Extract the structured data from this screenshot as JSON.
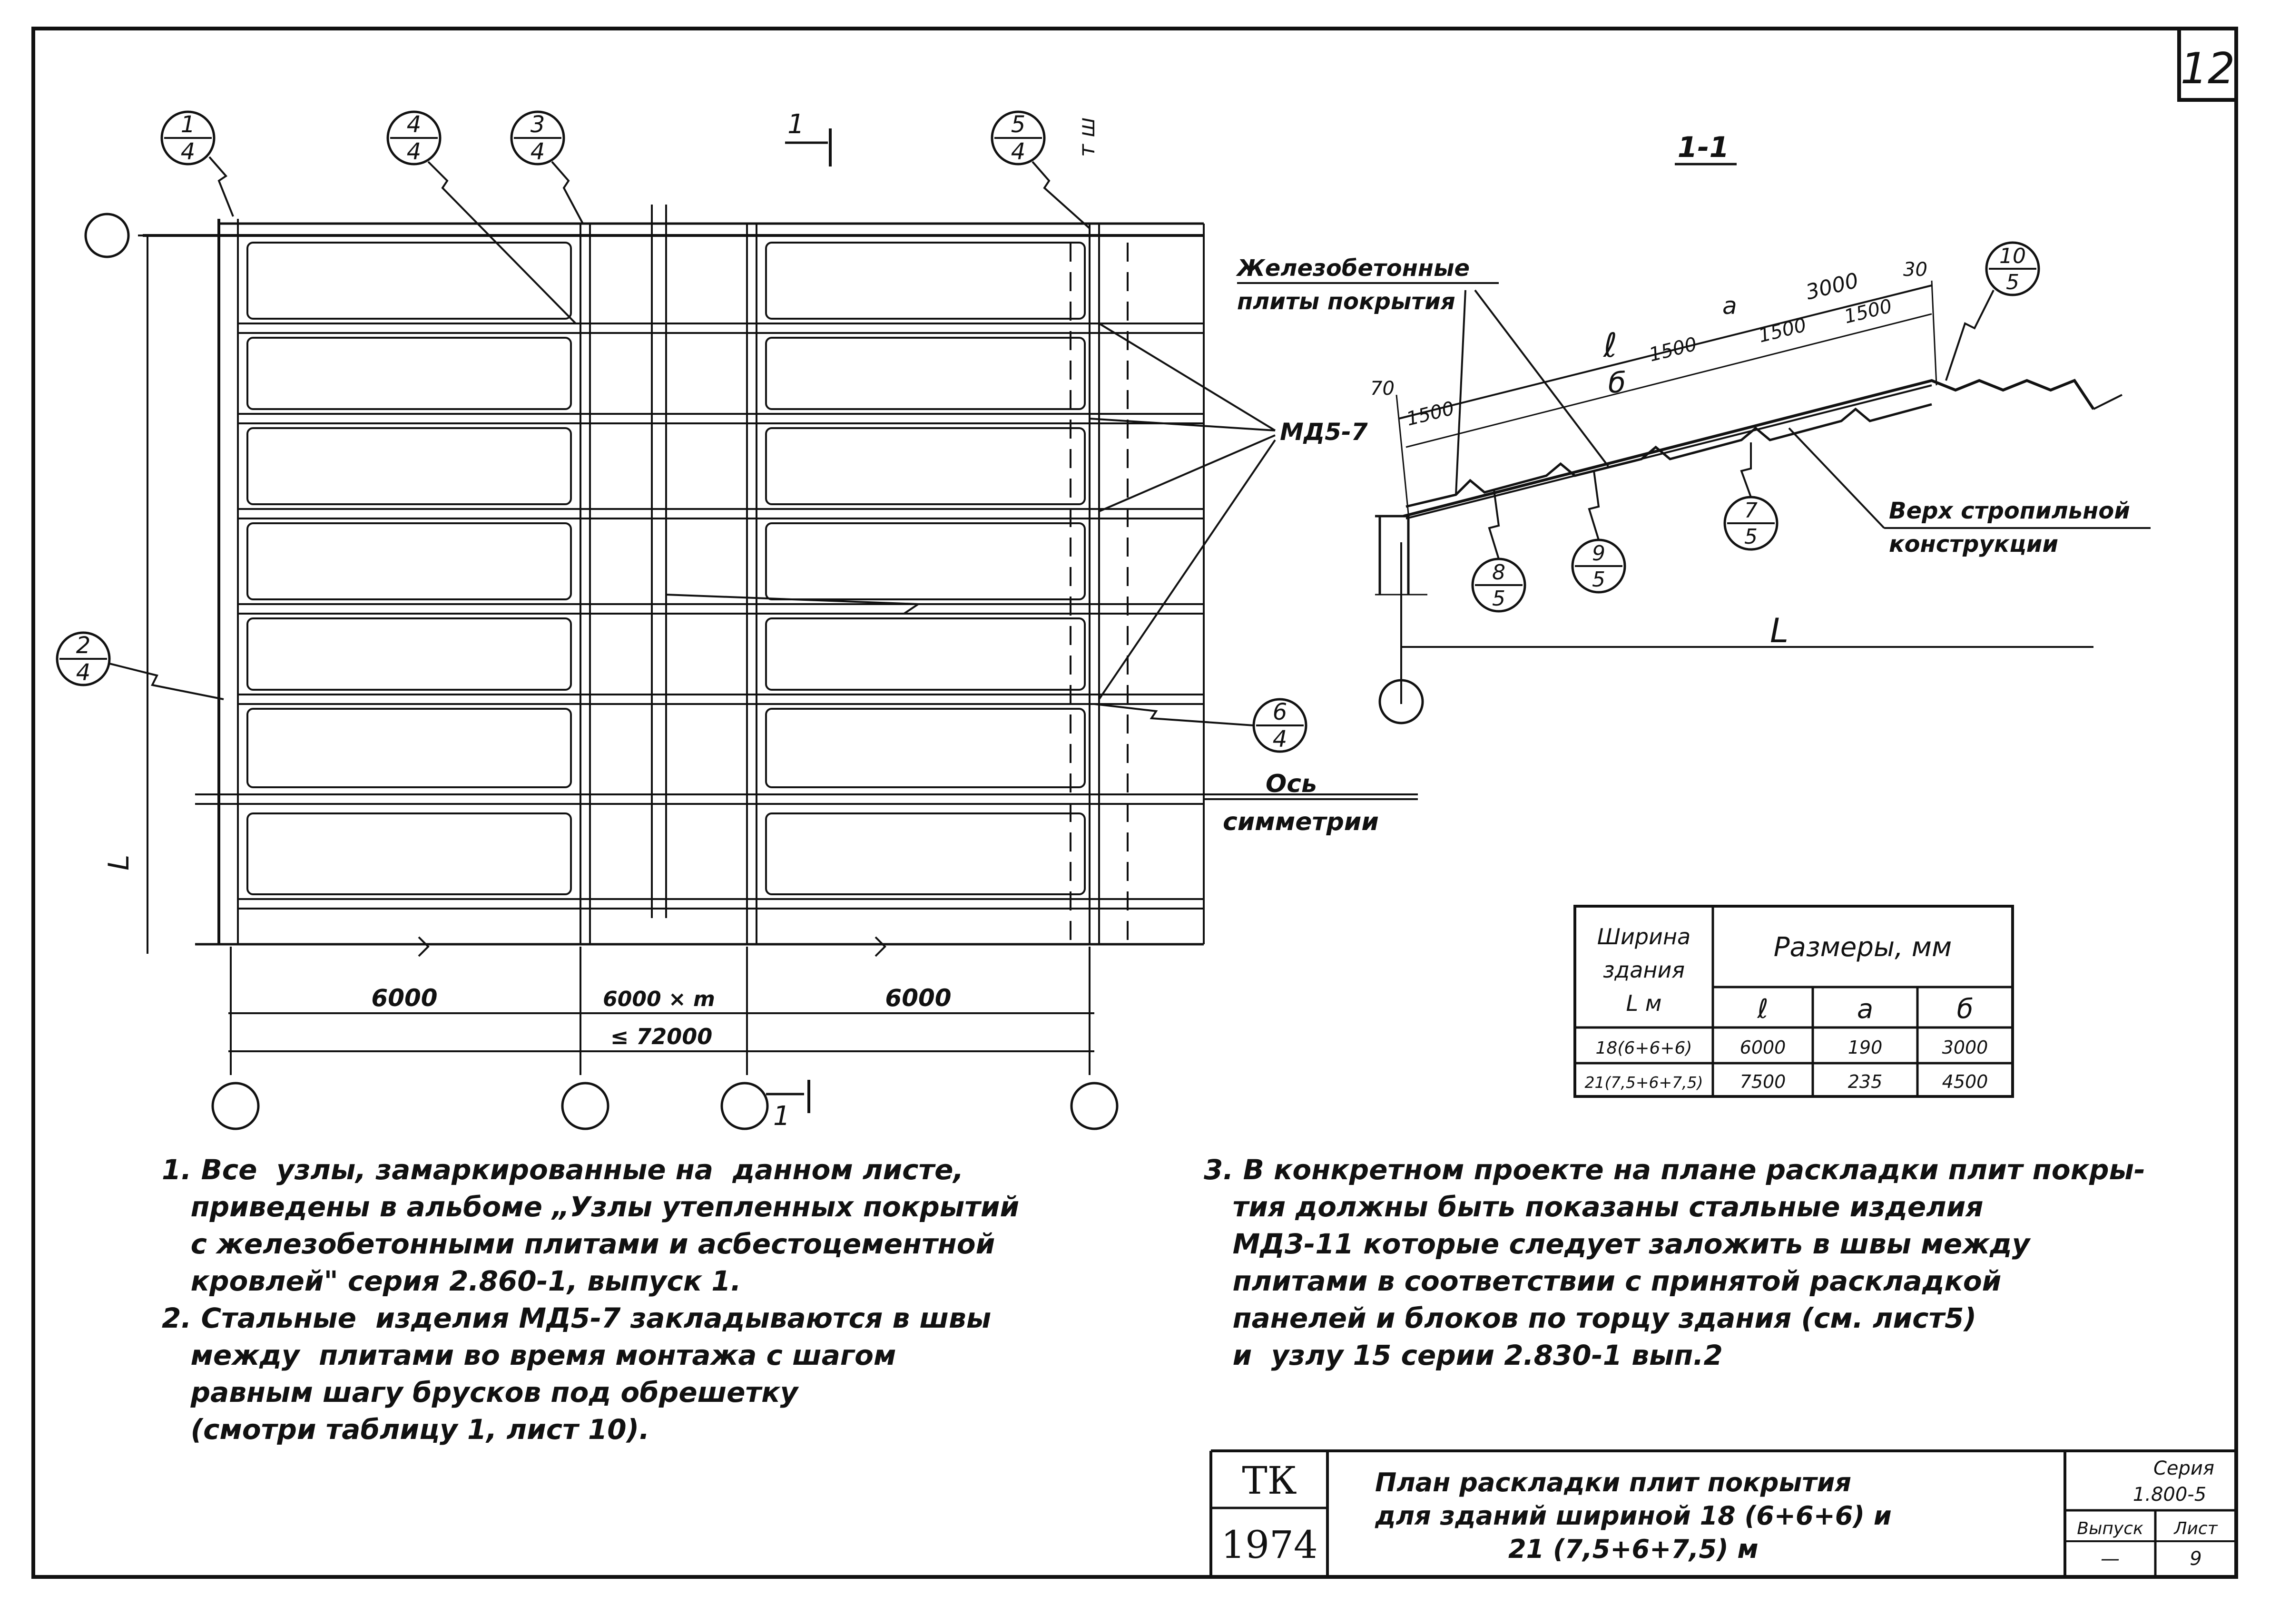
{
  "sheet_number": "12",
  "plan": {
    "section_mark": "1",
    "axis_label": "Ось",
    "axis_label2": "симметрии",
    "span_left": "6000",
    "span_mid": "6000 × m",
    "span_right": "6000",
    "span_total": "≤ 72000",
    "left_dim": "L",
    "marks": [
      {
        "top": "1",
        "bottom": "4"
      },
      {
        "top": "4",
        "bottom": "4"
      },
      {
        "top": "3",
        "bottom": "4"
      },
      {
        "top": "5",
        "bottom": "4"
      },
      {
        "top": "2",
        "bottom": "4"
      },
      {
        "top": "6",
        "bottom": "4"
      }
    ],
    "mark_tsh": "т ш",
    "product_label": "МД5-7"
  },
  "section": {
    "title": "1-1",
    "label_plates_1": "Железобетонные",
    "label_plates_2": "плиты покрытия",
    "label_truss_1": "Верх стропильной",
    "label_truss_2": "конструкции",
    "dim_l": "ℓ",
    "dim_b": "б",
    "dim_a": "а",
    "dim_3000": "3000",
    "dim_30": "30",
    "dim_70": "70",
    "dim_1500a": "1500",
    "dim_1500b": "1500",
    "dim_1500c": "1500",
    "dim_1500d": "1500",
    "dim_L": "L",
    "marks": [
      {
        "top": "10",
        "bottom": "5"
      },
      {
        "top": "7",
        "bottom": "5"
      },
      {
        "top": "8",
        "bottom": "5"
      },
      {
        "top": "9",
        "bottom": "5"
      }
    ]
  },
  "table": {
    "header_col1_1": "Ширина",
    "header_col1_2": "здания",
    "header_col1_3": "L м",
    "header_sizes": "Размеры, мм",
    "sub_l": "ℓ",
    "sub_a": "а",
    "sub_b": "б",
    "rows": [
      [
        "18(6+6+6)",
        "6000",
        "190",
        "3000"
      ],
      [
        "21(7,5+6+7,5)",
        "7500",
        "235",
        "4500"
      ]
    ]
  },
  "notes_left": [
    "1. Все  узлы, замаркированные на  данном листе,",
    "   приведены в альбоме „Узлы утепленных покрытий",
    "   с железобетонными плитами и асбестоцементной",
    "   кровлей\" серия 2.860-1, выпуск 1.",
    "2. Стальные  изделия МД5-7 закладываются в швы",
    "   между  плитами во время монтажа с шагом",
    "   равным шагу брусков под обрешетку",
    "   (смотри таблицу 1, лист 10)."
  ],
  "notes_right": [
    "3. В конкретном проекте на плане раскладки плит покры-",
    "   тия должны быть показаны стальные изделия",
    "   МД3-11 которые следует заложить в швы между",
    "   плитами в соответствии с принятой раскладкой",
    "   панелей и блоков по торцу здания (см. лист5)",
    "   и  узлу 15 серии 2.830-1 вып.2"
  ],
  "title_block": {
    "org_1": "ТК",
    "org_2": "1974",
    "title_1": "План раскладки плит покрытия",
    "title_2": "для зданий шириной 18 (6+6+6) и",
    "title_3": "21 (7,5+6+7,5) м",
    "series_label": "Серия",
    "series_value": "1.800-5",
    "issue_label": "Выпуск",
    "issue_value": "—",
    "sheet_label": "Лист",
    "sheet_value": "9"
  }
}
